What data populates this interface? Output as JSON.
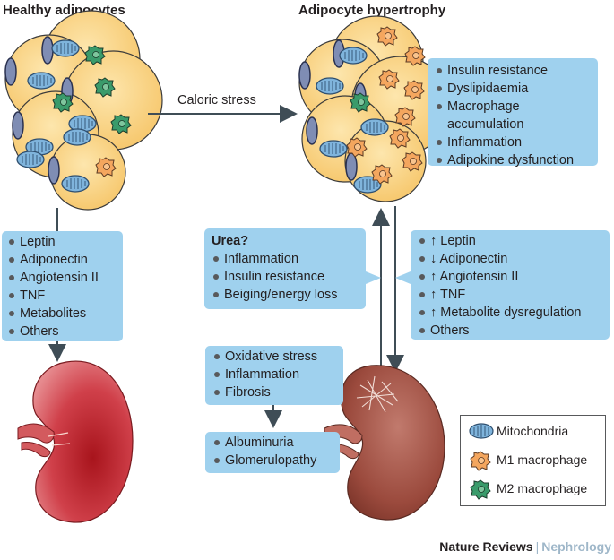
{
  "titles": {
    "healthy": "Healthy adipocytes",
    "hypertrophy": "Adipocyte hypertrophy"
  },
  "arrow_label": "Caloric stress",
  "hypertrophy_box": [
    "Insulin resistance",
    "Dyslipidaemia",
    "Macrophage accumulation",
    "Inflammation",
    "Adipokine dysfunction"
  ],
  "healthy_box": [
    "Leptin",
    "Adiponectin",
    "Angiotensin II",
    "TNF",
    "Metabolites",
    "Others"
  ],
  "urea_box": {
    "head": "Urea?",
    "items": [
      "Inflammation",
      "Insulin resistance",
      "Beiging/energy loss"
    ]
  },
  "dysreg_box": [
    "↑ Leptin",
    "↓ Adiponectin",
    "↑ Angiotensin II",
    "↑ TNF",
    "↑ Metabolite dysregulation",
    "Others"
  ],
  "oxidative_box": [
    "Oxidative stress",
    "Inflammation",
    "Fibrosis"
  ],
  "kidney_outcome_box": [
    "Albuminuria",
    "Glomerulopathy"
  ],
  "legend": {
    "mito": "Mitochondria",
    "m1": "M1 macrophage",
    "m2": "M2 macrophage"
  },
  "credit": {
    "publisher": "Nature Reviews",
    "separator": "|",
    "journal": "Nephrology"
  },
  "colors": {
    "box": "#9fd1ee",
    "adipocyte": "#f9d589",
    "adipocyte_edge": "#3b3b3b",
    "m1": "#f4a65e",
    "m2": "#3a9b6b",
    "mito": "#7fb4dc",
    "arrow": "#3f4d56",
    "kidney_healthy": "#c4202a",
    "kidney_diseased": "#a14b40"
  }
}
